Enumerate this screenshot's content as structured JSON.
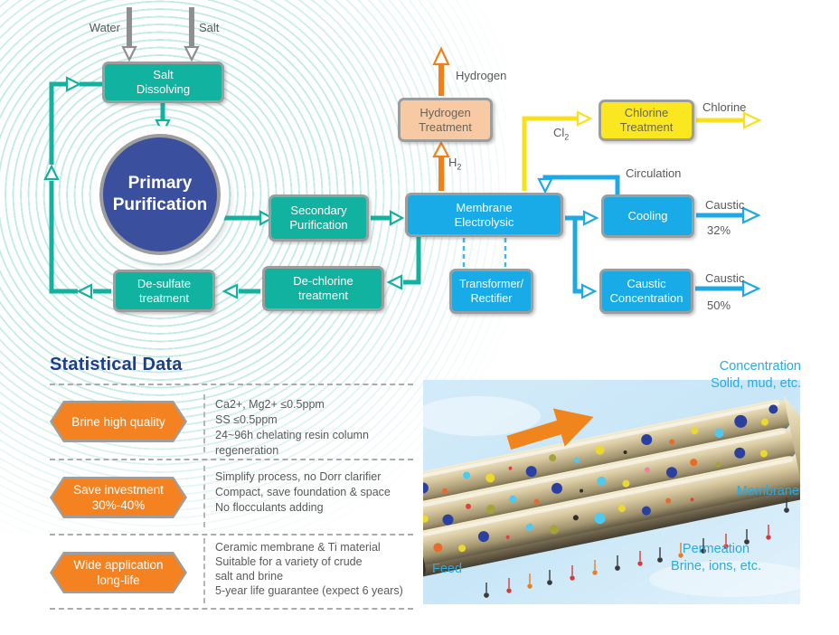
{
  "diagram": {
    "inputs": {
      "water": "Water",
      "salt": "Salt"
    },
    "nodes": {
      "salt_dissolving": [
        "Salt",
        "Dissolving"
      ],
      "primary_purification": [
        "Primary",
        "Purification"
      ],
      "secondary_purification": [
        "Secondary",
        "Purification"
      ],
      "membrane_electrolysic": [
        "Membrane",
        "Electrolysic"
      ],
      "hydrogen_treatment": [
        "Hydrogen",
        "Treatment"
      ],
      "chlorine_treatment": [
        "Chlorine",
        "Treatment"
      ],
      "cooling": [
        "Cooling"
      ],
      "caustic_concentration": [
        "Caustic",
        "Concentration"
      ],
      "transformer_rectifier": [
        "Transformer/",
        "Rectifier"
      ],
      "de_chlorine_treatment": [
        "De-chlorine",
        "treatment"
      ],
      "de_sulfate_treatment": [
        "De-sulfate",
        "treatment"
      ]
    },
    "flow_labels": {
      "hydrogen": "Hydrogen",
      "h2_base": "H",
      "h2_sub": "2",
      "cl2_base": "Cl",
      "cl2_sub": "2",
      "chlorine": "Chlorine",
      "circulation": "Circulation",
      "caustic_32": {
        "name": "Caustic",
        "value": "32%"
      },
      "caustic_50": {
        "name": "Caustic",
        "value": "50%"
      }
    },
    "colors": {
      "teal": "#11b2a0",
      "navy": "#3a4f9e",
      "blue": "#18abe8",
      "peach": "#f8caa3",
      "yellow": "#fbe71f",
      "orange": "#f08019",
      "gray_border": "#9d9d9d",
      "label_gray": "#58595b"
    }
  },
  "stats": {
    "heading": "Statistical Data",
    "heading_color": "#1d3d8f",
    "badge_color": "#f58220",
    "rows": [
      {
        "badge": [
          "Brine high quality"
        ],
        "lines": [
          "Ca2+,  Mg2+ ≤0.5ppm",
          "SS ≤0.5ppm",
          "24~96h chelating resin column regeneration"
        ]
      },
      {
        "badge": [
          "Save investment",
          "30%-40%"
        ],
        "lines": [
          "Simplify process, no Dorr clarifier",
          "Compact, save foundation & space",
          "No flocculants adding"
        ]
      },
      {
        "badge": [
          "Wide application",
          "long-life"
        ],
        "lines": [
          "Ceramic membrane & Ti material",
          "Suitable for a variety of crude",
          "salt and brine",
          "5-year life guarantee (expect 6 years)"
        ]
      }
    ]
  },
  "photo": {
    "labels": {
      "concentration": [
        "Concentration",
        "Solid, mud, etc."
      ],
      "membrane": "Membrane",
      "permeation": [
        "Permeation",
        "Brine, ions, etc."
      ],
      "feed": "Feed"
    },
    "label_color": "#29abe2"
  }
}
